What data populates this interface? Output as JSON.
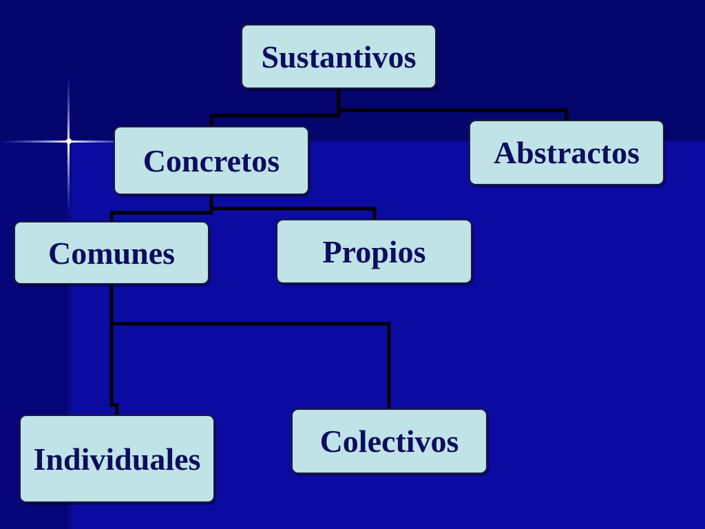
{
  "diagram": {
    "nodes": {
      "sustantivos": "Sustantivos",
      "concretos": "Concretos",
      "abstractos": "Abstractos",
      "comunes": "Comunes",
      "propios": "Propios",
      "individuales": "Individuales",
      "colectivos": "Colectivos"
    },
    "edges": [
      [
        "sustantivos",
        "concretos"
      ],
      [
        "sustantivos",
        "abstractos"
      ],
      [
        "concretos",
        "comunes"
      ],
      [
        "concretos",
        "propios"
      ],
      [
        "comunes",
        "individuales"
      ],
      [
        "comunes",
        "colectivos"
      ]
    ],
    "colors": {
      "node_fill": "#bfe3e6",
      "node_text": "#0d0d5e",
      "connector": "#000000",
      "background": "#0a0a96"
    }
  }
}
